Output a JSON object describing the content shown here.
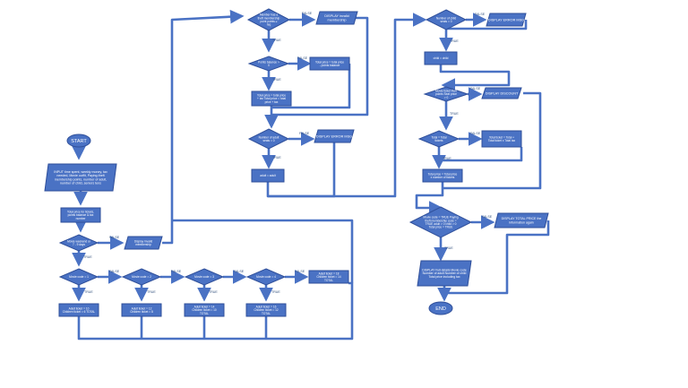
{
  "colors": {
    "fill": "#4a72c4",
    "stroke": "#2f4f9a",
    "line": "#4a72c4",
    "label": "#34527f",
    "text": "#ffffff"
  },
  "flow": {
    "start": "START",
    "end": "END",
    "input": "INPUT time spent, weekly money, tax needed, Movie outfit, Paying theft membership points, number of adult, number of child, seniors tens",
    "process_init": "Total price for tickets, points balance & tax number",
    "dec_weekend": "Movie weekend or 7 - 9 days",
    "out_weekend": "Display invalid membership",
    "dec_m1": "Movie code = 1",
    "dec_m2": "Movie code = 2",
    "dec_m3": "Movie code = 3",
    "dec_m4": "Movie code = 4",
    "proc_m1": "Adult ticket = 10 Children ticket = 6 TOTAL",
    "proc_m2": "Adult ticket = 12 Children ticket = 8",
    "proc_m3": "Adult ticket = 14 Children ticket = 10 TOTAL",
    "proc_m4": "Adult ticket = 16 Children ticket = 12 TOTAL",
    "proc_m5": "Adult ticket = 18 Children ticket = 14 TOTAL",
    "dec_member": "Member has a theft membership point points ≥ req",
    "out_member": "DISPLAY invalid membership",
    "dec_points": "Points balance > 0",
    "proc_points": "Total price = total price - points balance",
    "proc_disc": "Total price = total price + tax Total price = total price + tax",
    "dec_adults": "Number of adult seats = 0",
    "out_adults": "DISPLAY ERROR MSG",
    "proc_adult": "adult = adult",
    "dec_child": "Number of child seats = 0",
    "out_child": "DISPLAY ERROR MSG",
    "proc_child": "child = child",
    "dec_seats": "Movie ticket theft points Seat price > 0",
    "out_seats": "DISPLAY DISCOUNT",
    "dec_tax": "Total = Total tickets",
    "proc_tax": "Total ticket = Total + Total ticket x Total tax",
    "proc_total": "Total price = Total price x number of tickets",
    "dec_final": "Movie code = TRUE Paying theft membership code = TRUE adult > 0 child > 0 Total price = TRUE",
    "out_final": "DISPLAY TOTAL PRICE the information again",
    "output": "DISPLAY Full details Movie code Number of adult Number of child Total price including tax",
    "true": "TRUE",
    "false": "FALSE"
  }
}
